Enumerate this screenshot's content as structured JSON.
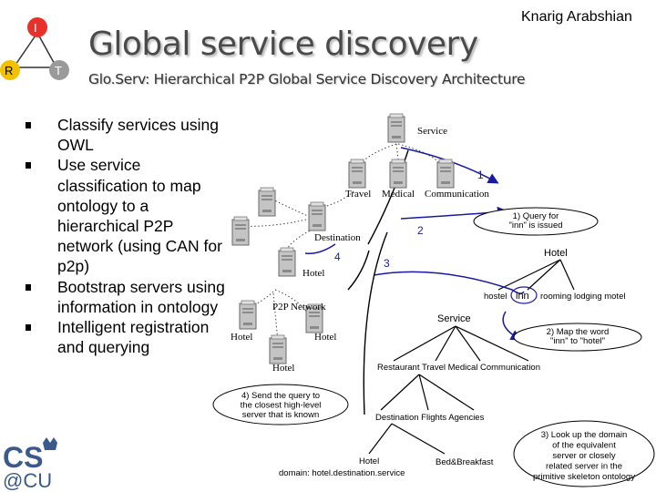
{
  "header": {
    "author": "Knarig Arabshian",
    "title": "Global service discovery",
    "subtitle": "Glo.Serv: Hierarchical P2P Global Service Discovery Architecture"
  },
  "logo_top": {
    "top": "I",
    "left": "R",
    "right": "T",
    "top_color": "#e8312a",
    "left_color": "#f2c200",
    "right_color": "#9a9a9a"
  },
  "logo_bottom": {
    "text": "CS@CU",
    "color": "#3a5a8c"
  },
  "bullets": [
    "Classify services using OWL",
    "Use service classification to map ontology to a hierarchical P2P network (using CAN for p2p)",
    "Bootstrap servers using information in ontology",
    "Intelligent registration and querying"
  ],
  "diagram": {
    "server_labels": {
      "service": "Service",
      "travel": "Travel",
      "medical": "Medical",
      "communication": "Communication",
      "destination": "Destination",
      "hotel_top": "Hotel",
      "p2p_network": "P2P Network",
      "hotel_left": "Hotel",
      "hotel_right": "Hotel",
      "hotel_bottom": "Hotel"
    },
    "step_numbers": {
      "one": "1",
      "two": "2",
      "three": "3",
      "four": "4"
    },
    "callouts": {
      "query": "1) Query for \"inn\" is issued",
      "map_word": "2) Map the word \"inn\" to \"hotel\"",
      "send_query": "4) Send the query to the closest high-level server that is known",
      "lookup_domain": "3) Look up the domain of the equivalent server or closely related server in the primitive skeleton ontology"
    },
    "ontology": {
      "hotel_root": "Hotel",
      "synonyms": [
        "hostel",
        "inn",
        "rooming lodging motel"
      ],
      "service": "Service",
      "service_children": "Restaurant Travel Medical Communication",
      "travel_children": "Destination Flights Agencies",
      "hotel_leaf": "Hotel",
      "hotel_domain": "domain: hotel.destination.service",
      "bnb": "Bed&Breakfast"
    },
    "colors": {
      "query_path": "#1a1aa0",
      "dotted_link": "#444444",
      "server_body": "#c4c4c4"
    }
  }
}
